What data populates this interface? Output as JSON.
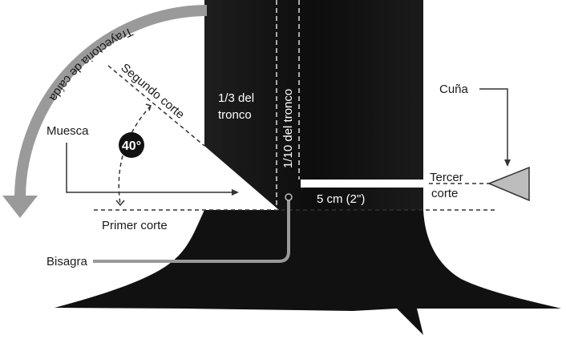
{
  "labels": {
    "fall_path": "Trayectoria de caída",
    "second_cut": "Segundo corte",
    "notch": "Muesca",
    "angle": "40°",
    "first_cut": "Primer corte",
    "hinge": "Bisagra",
    "third_of_trunk_line1": "1/3 del",
    "third_of_trunk_line2": "tronco",
    "tenth_of_trunk": "1/10 del tronco",
    "wedge": "Cuña",
    "third_cut_line1": "Tercer",
    "third_cut_line2": "corte",
    "distance": "5 cm (2\")"
  },
  "colors": {
    "trunk": "#111111",
    "wedge": "#bdbdbd",
    "arrow": "#999999",
    "line": "#333333"
  }
}
